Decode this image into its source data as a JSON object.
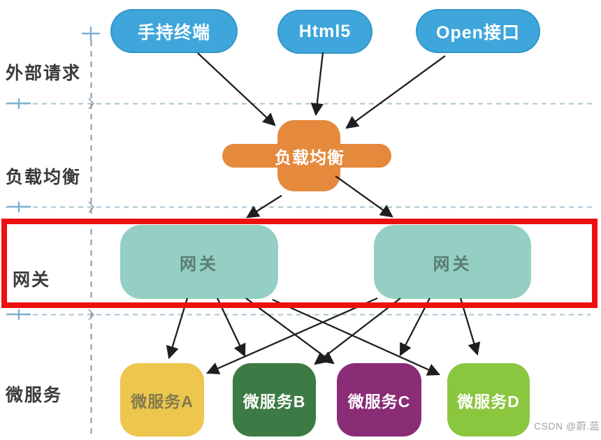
{
  "diagram": {
    "row_labels": [
      "外部请求",
      "负载均衡",
      "网关",
      "微服务"
    ],
    "clients": [
      "手持终端",
      "Html5",
      "Open接口"
    ],
    "load_balancer_label": "负载均衡",
    "gateway_labels": [
      "网关",
      "网关"
    ],
    "services": [
      {
        "label": "微服务A",
        "color": "#ecc64d",
        "text_color": "#84794e"
      },
      {
        "label": "微服务B",
        "color": "#3c7b45",
        "text_color": "#ffffff"
      },
      {
        "label": "微服务C",
        "color": "#8a2c76",
        "text_color": "#ffffff"
      },
      {
        "label": "微服务D",
        "color": "#8bc63f",
        "text_color": "#ffffff"
      }
    ],
    "colors": {
      "client": "#3ea6da",
      "load_balancer": "#e5893c",
      "gateway": "#95cfc3",
      "gateway_text": "#5b7d73",
      "highlight_frame": "#ee0f0f",
      "grid_line": "#a8c3d2",
      "tick": "#7fb0d0",
      "arrow": "#1f1f1f",
      "row_label_text": "#3a3a3a"
    },
    "watermark": "CSDN @蔚.蓝"
  }
}
